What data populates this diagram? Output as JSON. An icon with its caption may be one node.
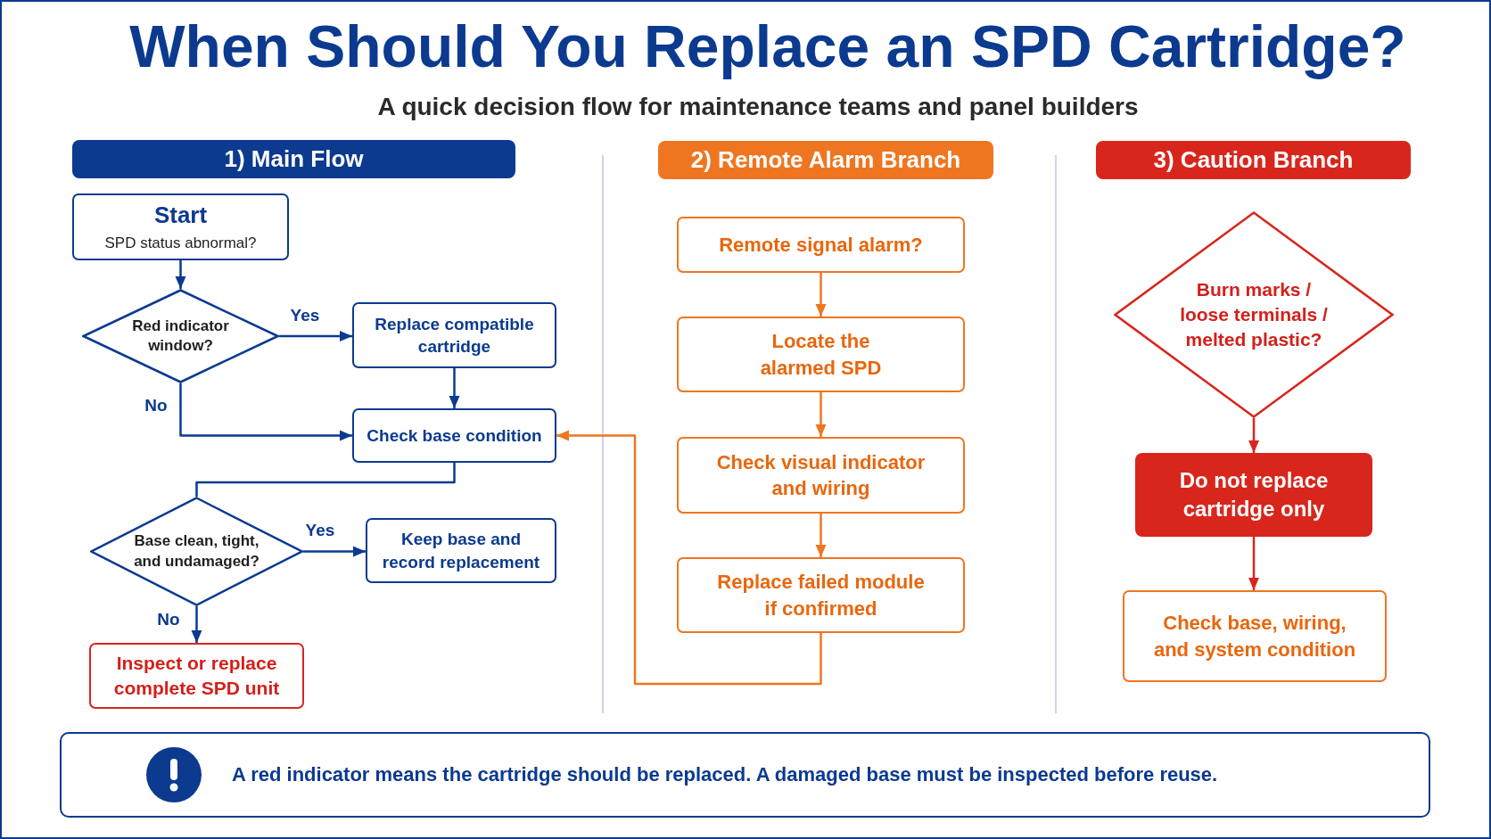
{
  "diagram": {
    "title": "When Should You Replace an SPD Cartridge?",
    "nodes": [
      {
        "text": [
          "1) Main Flow"
        ]
      },
      {
        "text": [
          "Start",
          "SPD status abnormal?"
        ]
      },
      {
        "text": [
          "Red indicator window?"
        ]
      },
      {
        "text": [
          "Replace compatible cartridge"
        ]
      },
      {
        "text": [
          "Check base condition"
        ]
      },
      {
        "text": [
          "Base clean, tight, and undamaged?"
        ]
      },
      {
        "text": [
          "Keep base and record replacement"
        ]
      },
      {
        "text": [
          "Inspect or replace complete SPD unit"
        ]
      },
      {
        "text": [
          "2) Remote Alarm Branch"
        ]
      },
      {
        "text": [
          "Remote signal alarm?"
        ]
      },
      {
        "text": [
          "Locate the alarmed SPD"
        ]
      },
      {
        "text": [
          "Check visual indicator and wiring"
        ]
      },
      {
        "text": [
          "Replace failed module if confirmed"
        ]
      },
      {
        "text": [
          "3) Caution Branch"
        ]
      },
      {
        "text": [
          "Burn marks / loose terminals / melted plastic?"
        ]
      },
      {
        "text": [
          "Do not replace cartridge only"
        ]
      },
      {
        "text": [
          "Check base, wiring, and system condition"
        ]
      },
      {
        "text": [
          "A red indicator means the cartridge should be replaced. A damaged base must be inspected before reuse."
        ]
      }
    ],
    "edges": [
      {
        "from": 1,
        "to": 2,
        "arrow": "to"
      },
      {
        "from": 2,
        "to": 3,
        "arrow": "to",
        "label": "Yes"
      },
      {
        "from": 2,
        "to": 4,
        "arrow": "to",
        "label": "No"
      },
      {
        "from": 3,
        "to": 4,
        "arrow": "to"
      },
      {
        "from": 4,
        "to": 5,
        "arrow": "none"
      },
      {
        "from": 5,
        "to": 6,
        "arrow": "to",
        "label": "Yes"
      },
      {
        "from": 5,
        "to": 7,
        "arrow": "to",
        "label": "No"
      },
      {
        "from": 9,
        "to": 10,
        "arrow": "to",
        "color": "#ef7620"
      },
      {
        "from": 10,
        "to": 11,
        "arrow": "to",
        "color": "#ef7620"
      },
      {
        "from": 11,
        "to": 12,
        "arrow": "to",
        "color": "#ef7620"
      },
      {
        "from": 12,
        "to": 4,
        "arrow": "to",
        "color": "#ef7620"
      },
      {
        "from": 14,
        "to": 15,
        "arrow": "to",
        "color": "#d8261d"
      },
      {
        "from": 15,
        "to": 16,
        "arrow": "to",
        "color": "#d8261d"
      }
    ],
    "labels": [
      "A quick decision flow for maintenance teams and panel builders"
    ]
  }
}
